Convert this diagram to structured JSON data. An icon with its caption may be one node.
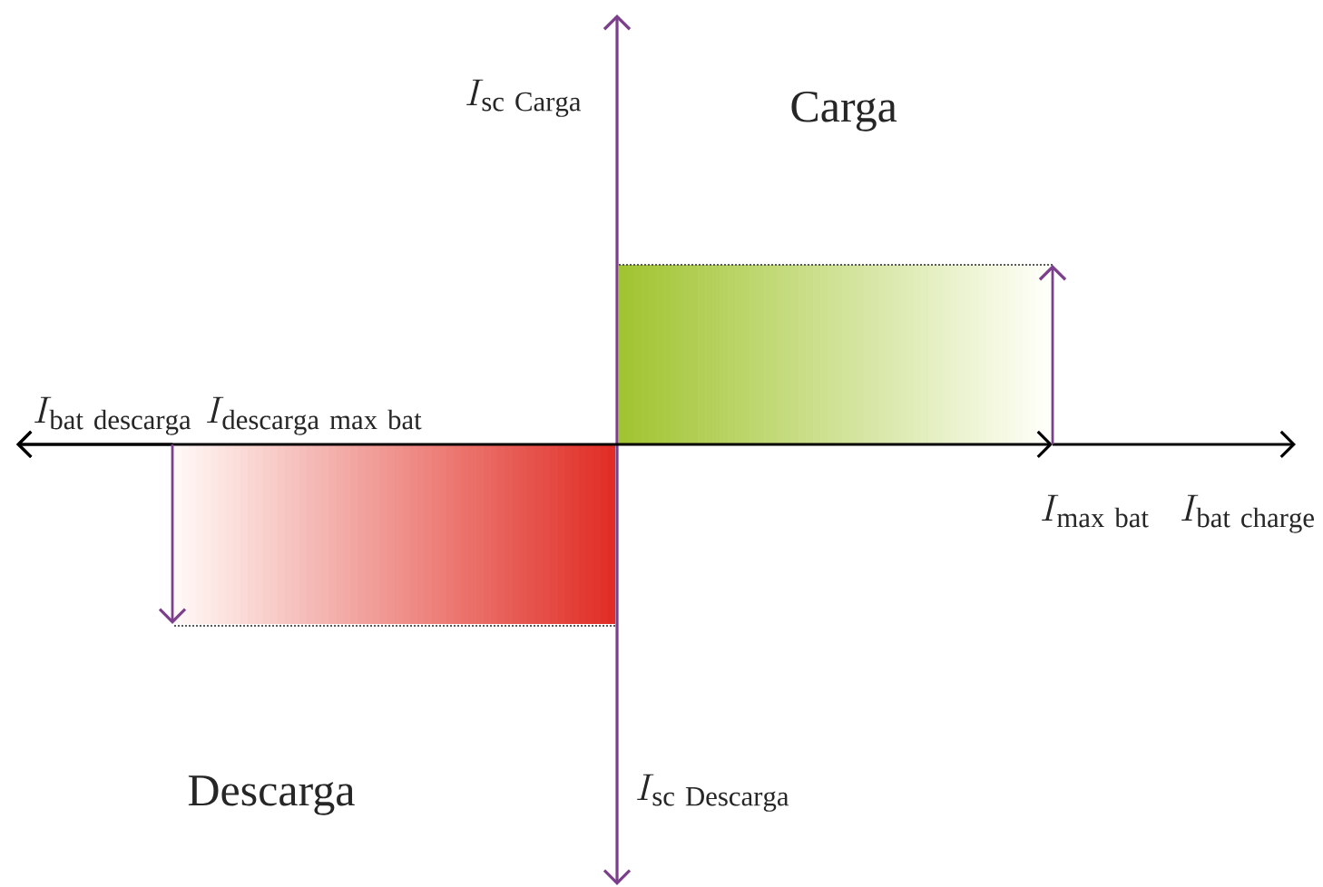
{
  "diagram": {
    "labels": [
      "I_{\\mathrm{sc\\ Carga}}",
      "Carga",
      "I_{\\mathrm{bat\\ descarga}}",
      "I_{\\mathrm{descarga\\ max\\ bat}}",
      "I_{\\mathrm{max\\ bat}}",
      "I_{\\mathrm{bat\\ charge}}",
      "Descarga",
      "I_{\\mathrm{sc\\ Descarga}}"
    ]
  }
}
